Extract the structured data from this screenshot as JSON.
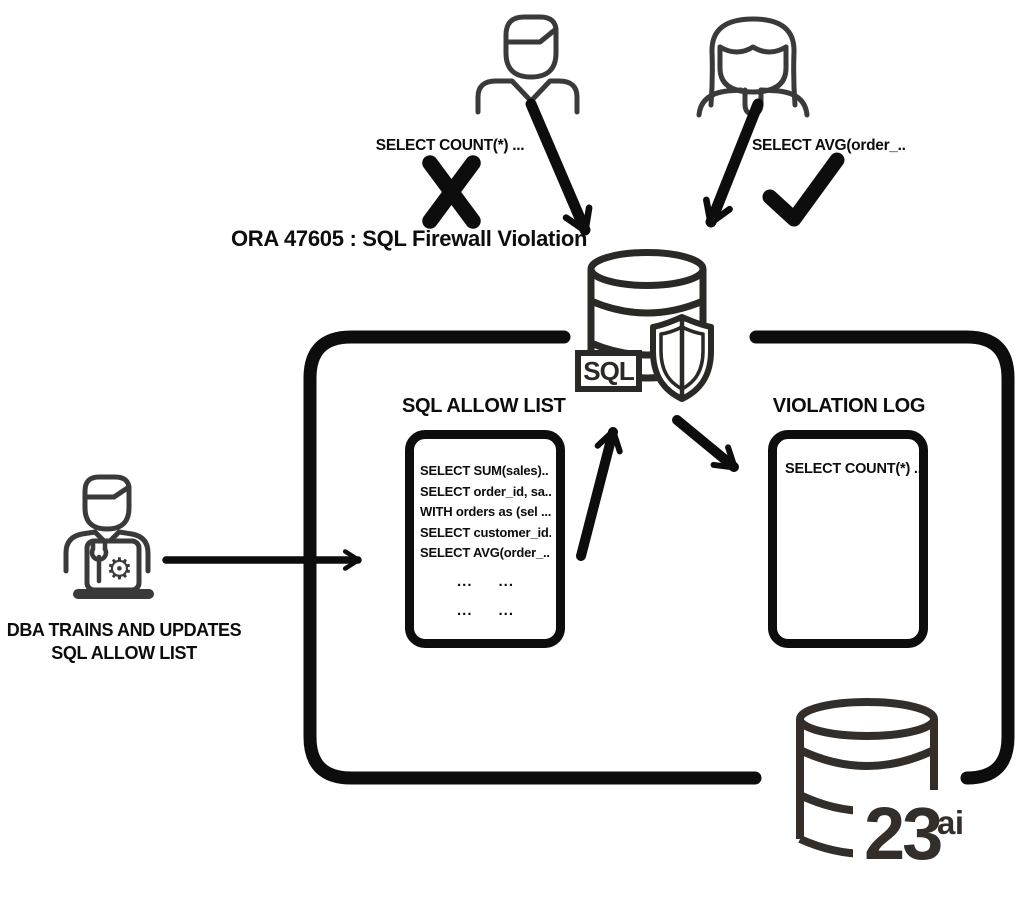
{
  "queries": {
    "blocked": "SELECT COUNT(*) ...",
    "allowed": "SELECT AVG(order_.."
  },
  "violation_message": "ORA 47605 : SQL Firewall Violation",
  "database": {
    "sql_badge": "SQL",
    "version_number": "23",
    "version_suffix": "ai"
  },
  "allow_list": {
    "title": "SQL ALLOW LIST",
    "entries": [
      "SELECT SUM(sales)..",
      "SELECT order_id, sa...",
      "WITH orders as (sel ...",
      "SELECT customer_id..",
      "SELECT AVG(order_.."
    ],
    "ellipsis": "..."
  },
  "violation_log": {
    "title": "VIOLATION LOG",
    "entries": [
      "SELECT COUNT(*) ..."
    ]
  },
  "dba": {
    "caption_line1": "DBA TRAINS AND UPDATES",
    "caption_line2": "SQL ALLOW LIST"
  },
  "icons": {
    "gear_glyph": "⚙",
    "x_mark": "blocked",
    "check_mark": "allowed",
    "shield": "sql-firewall-shield",
    "database": "oracle-database",
    "database_23ai": "oracle-database-23ai"
  },
  "colors": {
    "ink": "#0d0d0d",
    "person_icon": "#3a3a3a",
    "database_icon": "#2b2926",
    "logo_23ai": "#332e2a",
    "background": "#ffffff"
  }
}
